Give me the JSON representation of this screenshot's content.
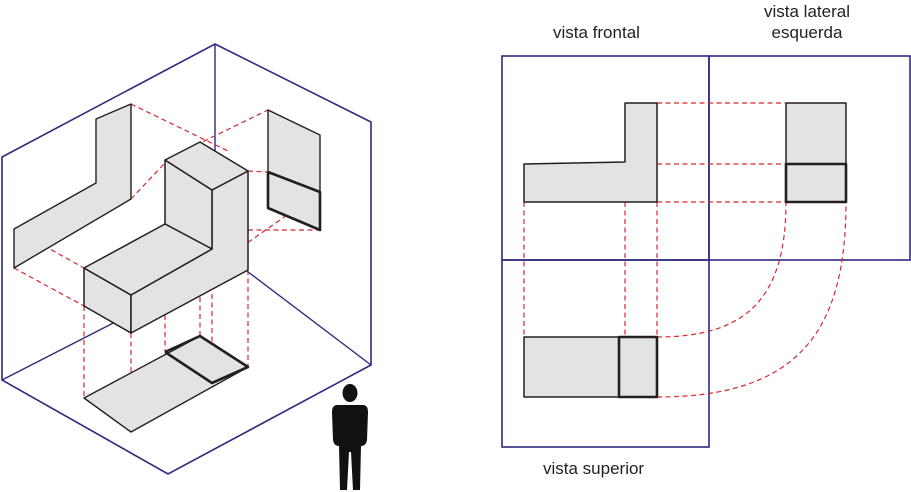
{
  "labels": {
    "vista_frontal": "vista frontal",
    "vista_lateral_line1": "vista lateral",
    "vista_lateral_line2": "esquerda",
    "vista_superior": "vista superior"
  },
  "colors": {
    "frame": "#2e2a80",
    "projection": "#d7282f",
    "face": "#e3e3e3",
    "edge": "#231f20",
    "person": "#111111"
  }
}
